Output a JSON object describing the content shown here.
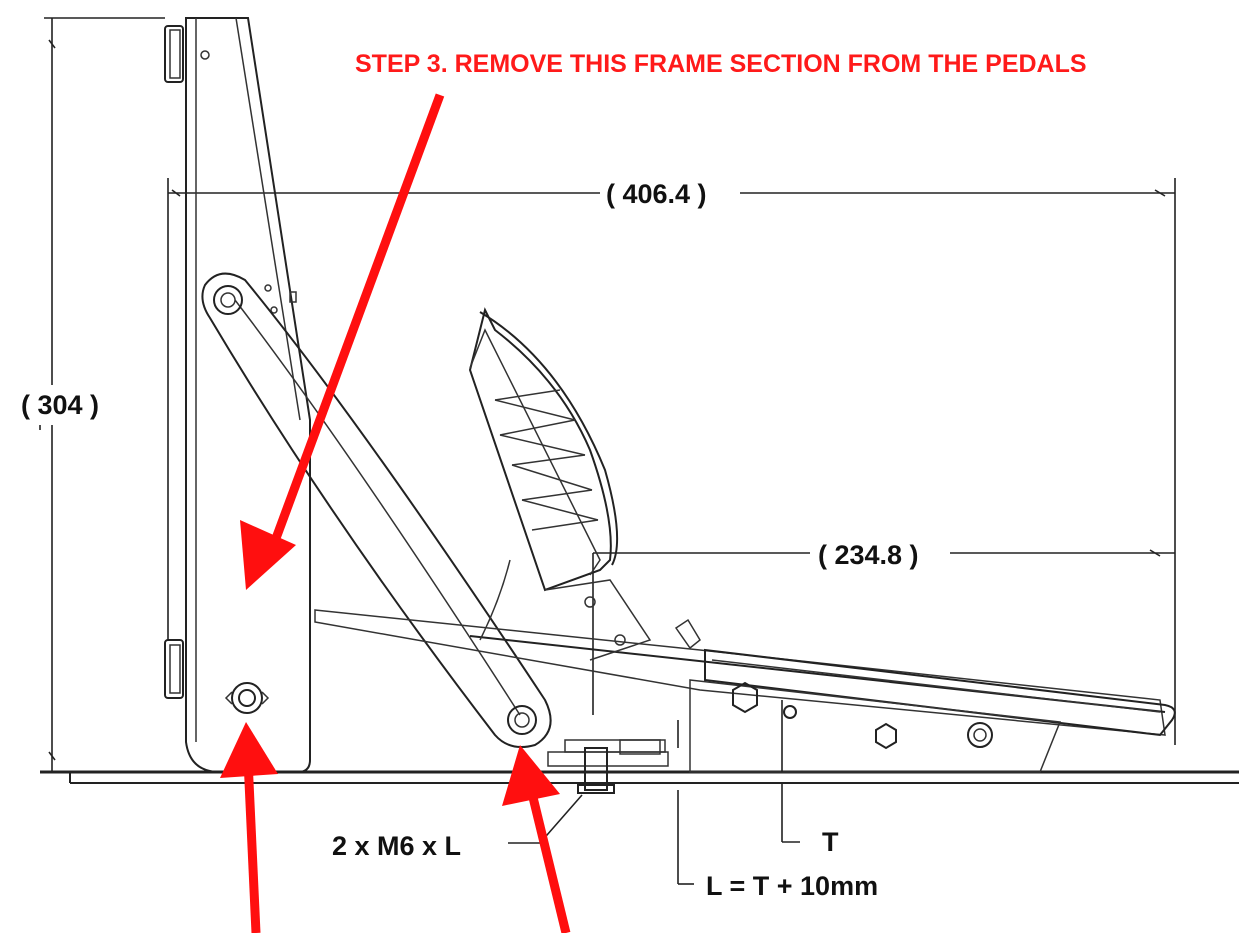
{
  "instruction": {
    "text": "STEP 3. REMOVE THIS FRAME SECTION FROM THE PEDALS",
    "color": "#ff1a1a"
  },
  "dimensions": {
    "width": "( 406.4 )",
    "height": "( 304 )",
    "pedal_offset": "( 234.8 )"
  },
  "callouts": {
    "screws": "2 x M6 x L",
    "thickness": "T",
    "length_formula": "L = T + 10mm"
  },
  "colors": {
    "arrow": "#ff0f0f",
    "line": "#222222",
    "background": "#ffffff"
  }
}
